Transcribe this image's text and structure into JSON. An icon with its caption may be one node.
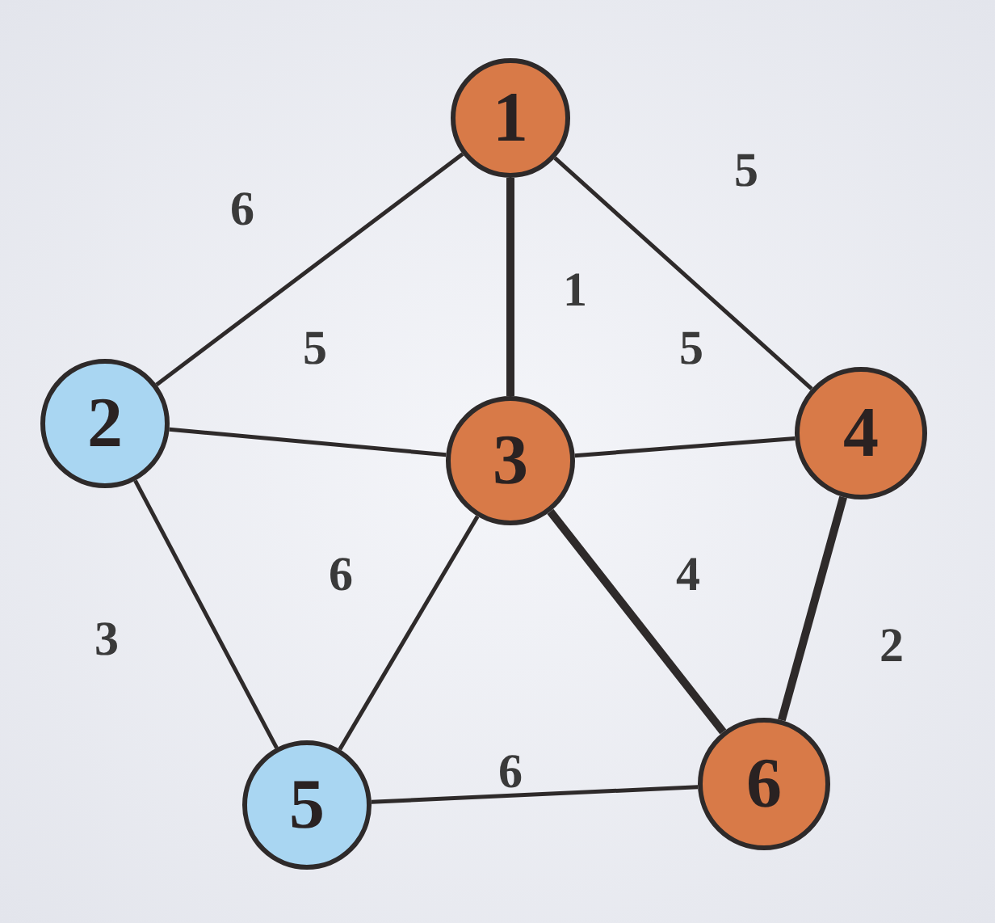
{
  "diagram": {
    "nodes": [
      {
        "text": [
          "1"
        ]
      },
      {
        "text": [
          "2"
        ]
      },
      {
        "text": [
          "3"
        ]
      },
      {
        "text": [
          "4"
        ]
      },
      {
        "text": [
          "5"
        ]
      },
      {
        "text": [
          "6"
        ]
      }
    ],
    "edges": [
      {
        "from": 0,
        "to": 1,
        "arrow": "none",
        "label": "6"
      },
      {
        "from": 0,
        "to": 2,
        "arrow": "none",
        "label": "1",
        "style": "thick"
      },
      {
        "from": 0,
        "to": 3,
        "arrow": "none",
        "label": "5"
      },
      {
        "from": 1,
        "to": 2,
        "arrow": "none",
        "label": "5"
      },
      {
        "from": 2,
        "to": 3,
        "arrow": "none",
        "label": "5"
      },
      {
        "from": 1,
        "to": 4,
        "arrow": "none",
        "label": "3"
      },
      {
        "from": 2,
        "to": 4,
        "arrow": "none",
        "label": "6"
      },
      {
        "from": 2,
        "to": 5,
        "arrow": "none",
        "label": "4",
        "style": "thick"
      },
      {
        "from": 3,
        "to": 5,
        "arrow": "none",
        "label": "2",
        "style": "thick"
      },
      {
        "from": 4,
        "to": 5,
        "arrow": "none",
        "label": "6"
      }
    ]
  }
}
